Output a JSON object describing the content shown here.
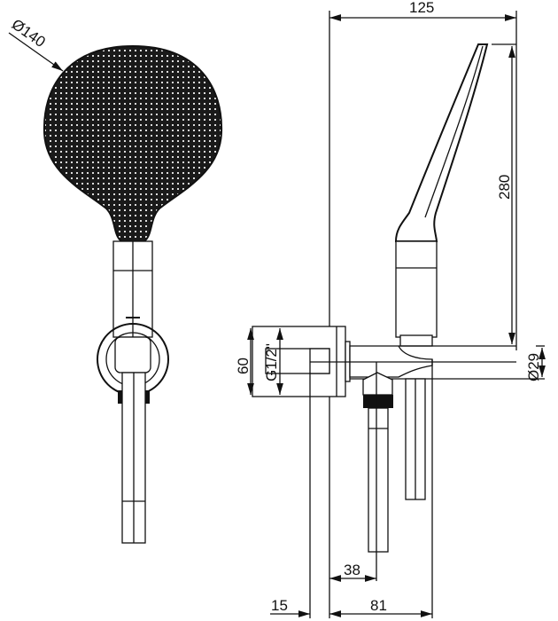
{
  "drawing": {
    "colors": {
      "line": "#111111",
      "spray_face": "#1a1a1a",
      "background": "#ffffff"
    },
    "dimensions": {
      "head_diameter": "Ø140",
      "projection_total": "125",
      "handshower_length": "280",
      "arm_diameter": "Ø29",
      "wall_block_height": "60",
      "thread": "G1/2\"",
      "hose_offset": "38",
      "wall_thickness": "15",
      "holder_depth": "81"
    }
  }
}
